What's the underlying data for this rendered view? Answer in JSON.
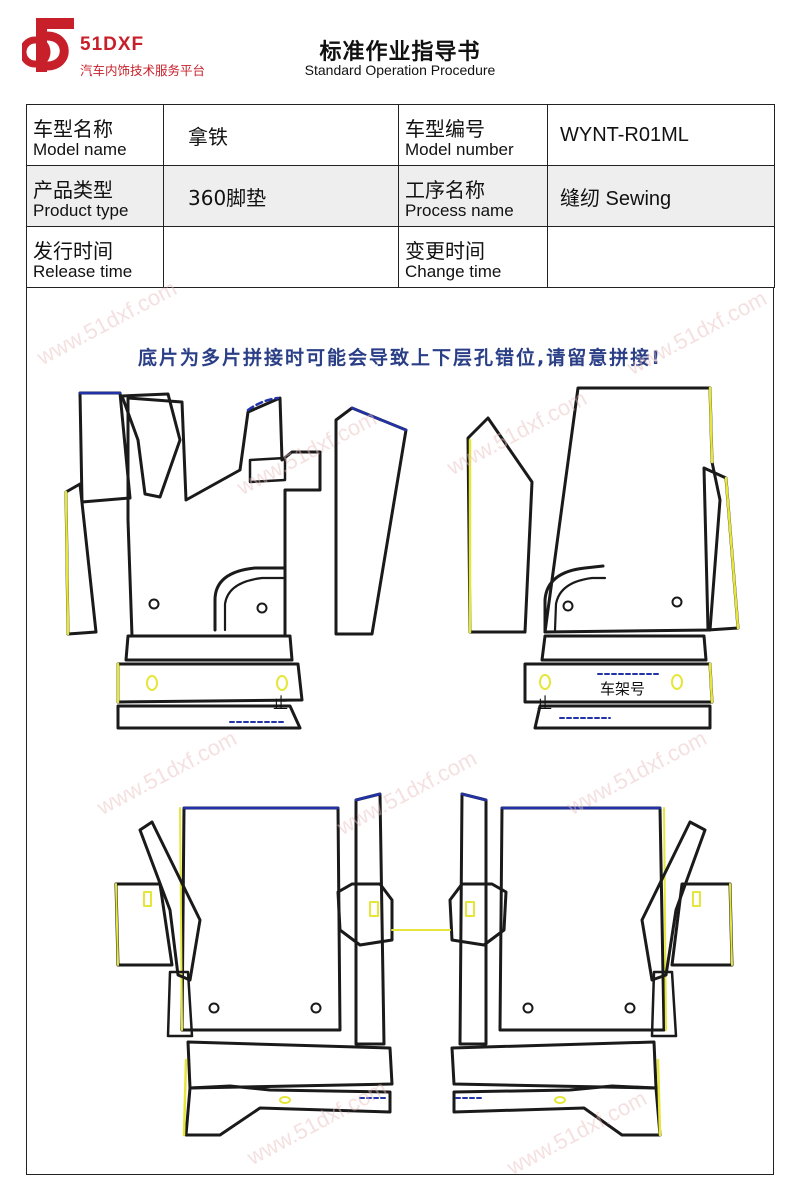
{
  "header": {
    "brand": "51DXF",
    "brand_subtitle": "汽车内饰技术服务平台",
    "title": "标准作业指导书",
    "subtitle": "Standard Operation Procedure"
  },
  "info": {
    "model_name_cn": "车型名称",
    "model_name_en": "Model name",
    "model_name_value": "拿铁",
    "model_number_cn": "车型编号",
    "model_number_en": "Model number",
    "model_number_value": "WYNT-R01ML",
    "product_type_cn": "产品类型",
    "product_type_en": "Product type",
    "product_type_value": "360脚垫",
    "process_name_cn": "工序名称",
    "process_name_en": "Process name",
    "process_name_value": "缝纫 Sewing",
    "release_time_cn": "发行时间",
    "release_time_en": "Release time",
    "release_time_value": "",
    "change_time_cn": "变更时间",
    "change_time_en": "Change time",
    "change_time_value": ""
  },
  "diagram": {
    "warning": "底片为多片拼接时可能会导致上下层孔错位,请留意拼接!",
    "label_stop_left": "止",
    "label_stop_right": "止",
    "label_frame_no": "车架号"
  },
  "colors": {
    "brand": "#c8202a",
    "outline": "#1a1a1a",
    "edge_yellow": "#e6e63a",
    "edge_blue": "#2233aa",
    "warning_text": "#2a3f86"
  },
  "watermark": "www.51dxf.com"
}
